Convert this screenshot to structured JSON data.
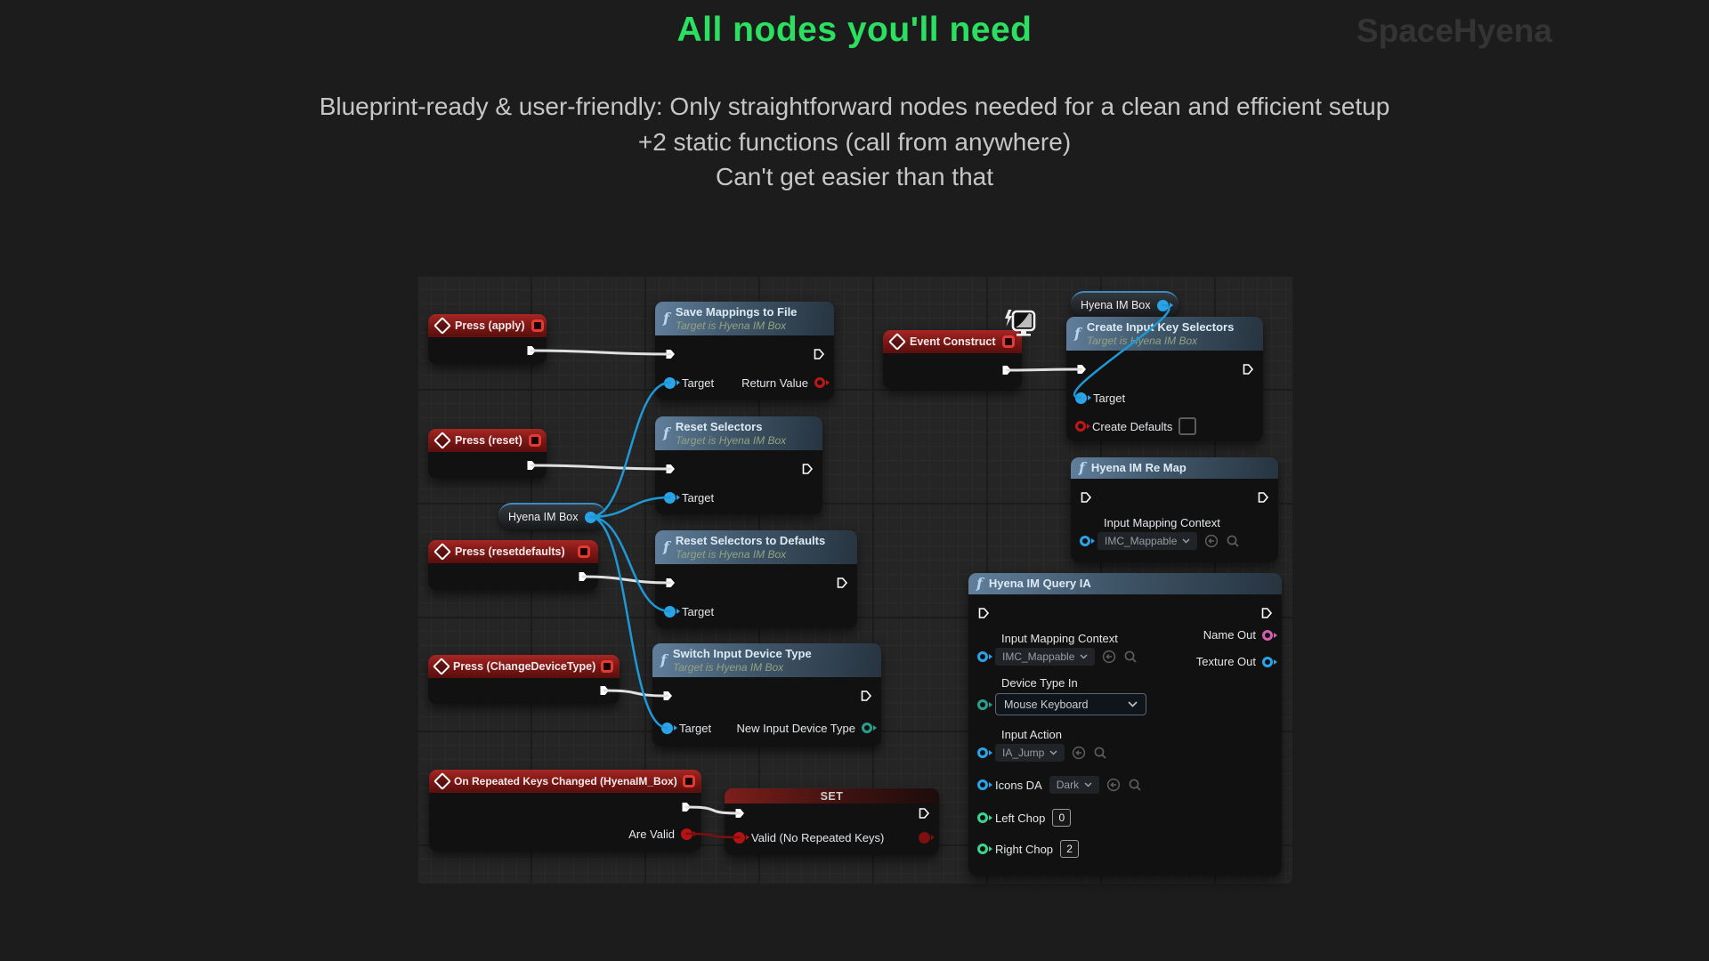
{
  "page": {
    "title": "All nodes you'll need",
    "brand": "SpaceHyena",
    "subtitle1": "Blueprint-ready & user-friendly: Only straightforward nodes needed for a clean and efficient setup",
    "subtitle2": "+2 static functions (call from anywhere)",
    "subtitle3": "Can't get easier than that"
  },
  "colors": {
    "title_green": "#2be061",
    "brand_gray": "#343434",
    "subtitle_gray": "#c6c6c6",
    "event_header_red": "#8a1a17",
    "function_header_blue": "#4c6a85",
    "exec_wire_white": "#e0e0e0",
    "object_pin_blue": "#2aa3e8",
    "bool_pin_red": "#b51313",
    "enum_pin_teal": "#2aa08c",
    "int_pin_green": "#3bd48e",
    "name_pin_pink": "#d45fb0",
    "wire_blue": "#1f98d6"
  },
  "icons": {
    "function_f": "f"
  },
  "nodes": {
    "press_apply": {
      "title": "Press (apply)"
    },
    "press_reset": {
      "title": "Press (reset)"
    },
    "press_resetdefaults": {
      "title": "Press (resetdefaults)"
    },
    "press_changedevicetype": {
      "title": "Press (ChangeDeviceType)"
    },
    "on_repeated": {
      "title": "On Repeated Keys Changed (HyenaIM_Box)",
      "out_label": "Are Valid"
    },
    "set_node": {
      "title": "SET",
      "in_label": "Valid (No Repeated Keys)"
    },
    "event_construct": {
      "title": "Event Construct"
    },
    "save_mappings": {
      "title": "Save Mappings to File",
      "subtitle": "Target is Hyena IM Box",
      "target_label": "Target",
      "return_label": "Return Value"
    },
    "reset_selectors": {
      "title": "Reset Selectors",
      "subtitle": "Target is Hyena IM Box",
      "target_label": "Target"
    },
    "reset_defaults": {
      "title": "Reset Selectors to Defaults",
      "subtitle": "Target is Hyena IM Box",
      "target_label": "Target"
    },
    "switch_input": {
      "title": "Switch Input Device Type",
      "subtitle": "Target is Hyena IM Box",
      "target_label": "Target",
      "out_label": "New Input Device Type"
    },
    "create_selectors": {
      "title": "Create Input Key Selectors",
      "subtitle": "Target is Hyena IM Box",
      "target_label": "Target",
      "defaults_label": "Create Defaults"
    },
    "remap": {
      "title": "Hyena IM Re Map",
      "imc_label": "Input Mapping Context",
      "imc_value": "IMC_Mappable"
    },
    "query": {
      "title": "Hyena IM Query IA",
      "imc_label": "Input Mapping Context",
      "imc_value": "IMC_Mappable",
      "device_label": "Device Type In",
      "device_value": "Mouse Keyboard",
      "action_label": "Input Action",
      "action_value": "IA_Jump",
      "icons_label": "Icons DA",
      "icons_value": "Dark",
      "left_chop_label": "Left Chop",
      "left_chop_value": "0",
      "right_chop_label": "Right Chop",
      "right_chop_value": "2",
      "name_out_label": "Name Out",
      "texture_out_label": "Texture Out"
    },
    "var_top": {
      "title": "Hyena IM Box"
    },
    "var_mid": {
      "title": "Hyena IM Box"
    }
  }
}
